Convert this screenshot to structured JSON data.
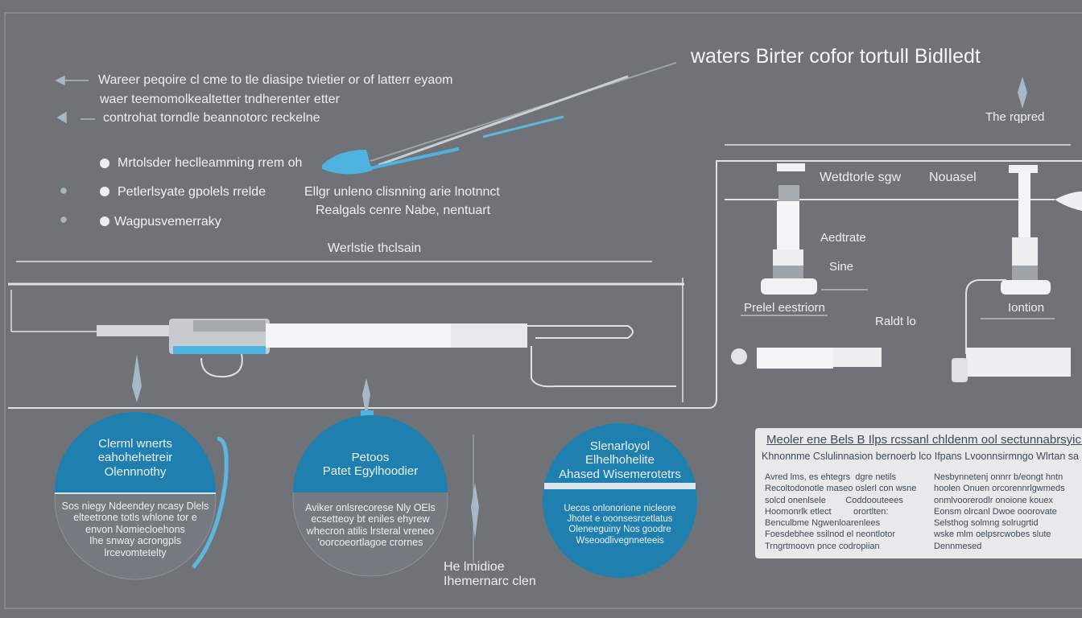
{
  "title": "waters Birter cofor tortull Bidlledt",
  "intro": [
    "Wareer peqoire cl cme to tle diasipe tvietier or of latterr eyaom",
    "waer teemomolkealtetter tndherenter etter",
    "controhat torndle beannotorc reckelne"
  ],
  "bullets": [
    "Mrtolsder heclleamming rrem oh",
    "Petlerlsyate gpolels rrelde",
    "Wagpusvemerraky"
  ],
  "center_labels": {
    "line1": "Ellgr unleno clisnning arie lnotnnct",
    "line2": "Realgals cenre Nabe, nentuart",
    "line3": "Werlstie thclsain"
  },
  "right_labels": {
    "note": "The rqpred",
    "left_top": "Wetdtorle sgw",
    "right_top": "Nouasel",
    "mid": "Aedtrate",
    "small": "Sine",
    "left_bottom": "Prelel eestriorn",
    "right_bottom": "Iontion",
    "ratio": "Raldt lo"
  },
  "circles": [
    {
      "title": [
        "Clerml wnerts",
        "eahohehetreir",
        "Olennnothy"
      ],
      "body": [
        "Sos niegy Ndeendey ncasy Dlels",
        "elteetrone totls whlone tor e",
        "envon Nomiecloehons",
        "Ihe snway acrongpls",
        "lrcevomtetelty"
      ]
    },
    {
      "title": [
        "Petoos",
        "Patet Egylhoodier"
      ],
      "body": [
        "Aviker onlsrecorese Nly OEls",
        "ecsetteoy bt eniles ehyrew",
        "whecron atilis lrsteral vreneo",
        "'oorcoeortlagoe crornes"
      ]
    },
    {
      "title": [
        "Slenarloyol",
        "Elhelhohelite",
        "Ahased Wisemerotetrs"
      ],
      "body": [
        "Uecos onlonorione nicleore",
        "Jhotet e ooonsesrcetlatus",
        "Oleneeguiny Nos goodre",
        "Wseoodlivegnneteeis"
      ]
    }
  ],
  "footnote": [
    "He lmidioe",
    "Ihemernarc clen"
  ],
  "panel": {
    "heading": "Meoler ene Bels B Ilps rcssanl chldenm ool sectunnabrsyic:",
    "subheading": "Khnonnme Cslulinnasion bernoerb lco Ifpans Lvoonnsirmngo Wlrtan sa",
    "col1": "Avred lms, es ehtegrs  dgre netils\nRecoltodonotle maseo oslerl con wsne\nsolcd onenlsele        Coddoouteees\nHoomonrlk etlect         orortlten:\nBenculbme Ngwenloarenlees\nFoesdebhee ssilnod el neontlotor\nTrngrtmoovn pnce codropiian",
    "col2": "Nesbynnetenj onnrr b/eongt hntn\nhoolen Onuen orcorennrlgwmeds\nonmlvoorerodlr onoione kouex\nEonsm olrcanl Dwoe ooorovate\nSelsthog solmng solrugrtid\nwske mlm oelpsrcwobes slute\nDennmesed"
  },
  "colors": {
    "background": "#6f7276",
    "accent_blue": "#1f7fae",
    "light_blue": "#4fb3e0",
    "panel": "#e7e9eb"
  }
}
